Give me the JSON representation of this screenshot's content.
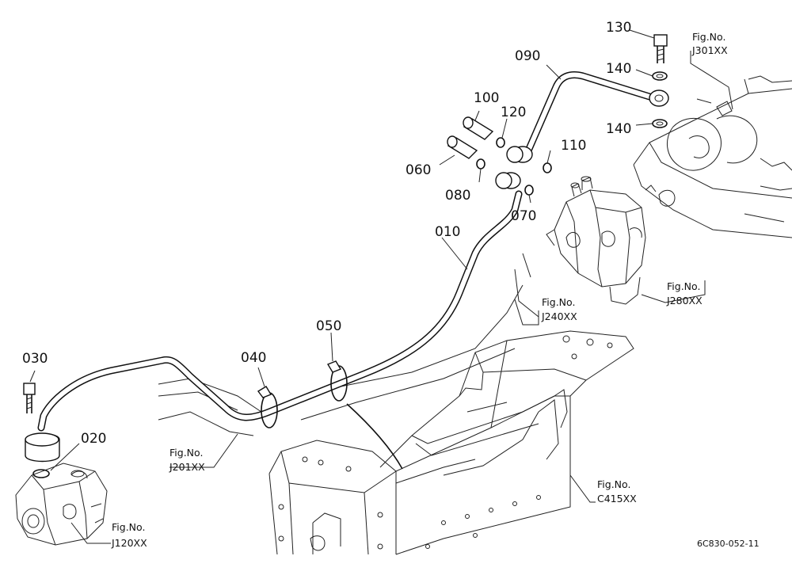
{
  "parts": {
    "p010": "010",
    "p020": "020",
    "p030": "030",
    "p040": "040",
    "p050": "050",
    "p060": "060",
    "p070": "070",
    "p080": "080",
    "p090": "090",
    "p100": "100",
    "p110": "110",
    "p120": "120",
    "p130": "130",
    "p140a": "140",
    "p140b": "140"
  },
  "figures": {
    "fig_label": "Fig.No.",
    "j301": "J301XX",
    "j280": "J280XX",
    "j240": "J240XX",
    "j201": "J201XX",
    "j120": "J120XX",
    "c415": "C415XX"
  },
  "drawing_code": "6C830-052-11"
}
